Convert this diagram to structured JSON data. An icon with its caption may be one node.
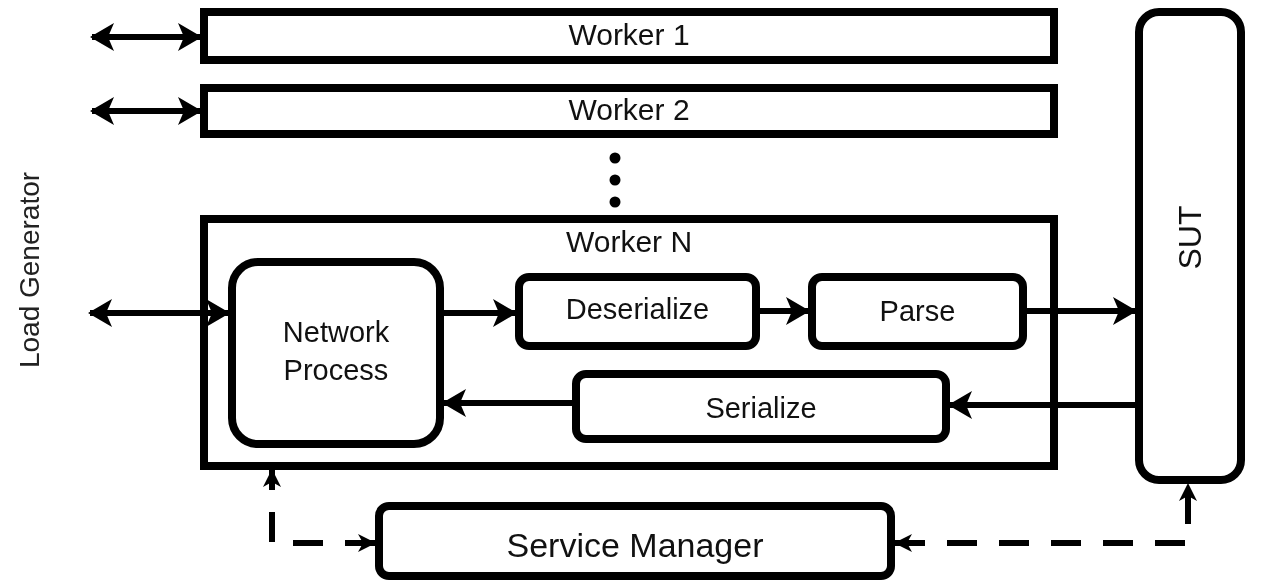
{
  "diagram": {
    "nodes": [
      {
        "text": [
          "Worker 1"
        ]
      },
      {
        "text": [
          "Worker 2"
        ]
      },
      {
        "text": [
          "Worker N"
        ]
      },
      {
        "text": [
          "Network Process"
        ],
        "in": 2
      },
      {
        "text": [
          "Deserialize"
        ],
        "in": 2
      },
      {
        "text": [
          "Parse"
        ],
        "in": 2
      },
      {
        "text": [
          "Serialize"
        ],
        "in": 2
      },
      {
        "text": [
          "SUT"
        ]
      },
      {
        "text": [
          "Service Manager"
        ]
      }
    ],
    "edges": [
      {
        "from": null,
        "to": 0,
        "arrow": "both"
      },
      {
        "from": null,
        "to": 1,
        "arrow": "both"
      },
      {
        "from": null,
        "to": 3,
        "arrow": "both"
      },
      {
        "from": 3,
        "to": 4,
        "arrow": "to"
      },
      {
        "from": 4,
        "to": 5,
        "arrow": "to"
      },
      {
        "from": 5,
        "to": 7,
        "arrow": "to"
      },
      {
        "from": 7,
        "to": 6,
        "arrow": "to"
      },
      {
        "from": 6,
        "to": 3,
        "arrow": "to"
      },
      {
        "from": 8,
        "to": 2,
        "arrow": "both",
        "style": "dashed"
      },
      {
        "from": 8,
        "to": 7,
        "arrow": "both",
        "style": "dashed"
      }
    ],
    "labels": [
      "Load Generator"
    ]
  }
}
